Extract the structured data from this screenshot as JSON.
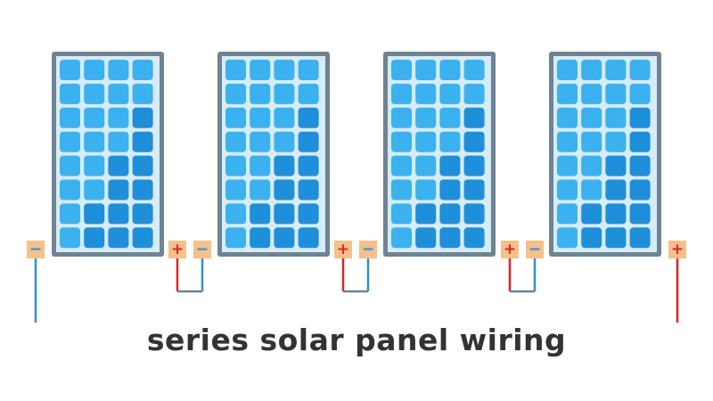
{
  "caption": "series solar panel wiring",
  "symbols": {
    "positive": "+",
    "negative": "−"
  },
  "colors": {
    "background": "#ffffff",
    "panel_frame": "#6f8392",
    "panel_glass": "#d6ecf8",
    "cell_light": "#3bb2ef",
    "cell_dark": "#1e8fd8",
    "terminal_box": "#f6c08a",
    "positive_symbol": "#d62828",
    "negative_symbol": "#2f8fd0",
    "positive_wire": "#d62828",
    "negative_wire": "#2f8fd0",
    "jumper_wire": "#6f8392",
    "caption_text": "#333333"
  },
  "panels": [
    {
      "id": "panel-1"
    },
    {
      "id": "panel-2"
    },
    {
      "id": "panel-3"
    },
    {
      "id": "panel-4"
    }
  ],
  "panel_grid": {
    "columns": 4,
    "rows": 8
  }
}
